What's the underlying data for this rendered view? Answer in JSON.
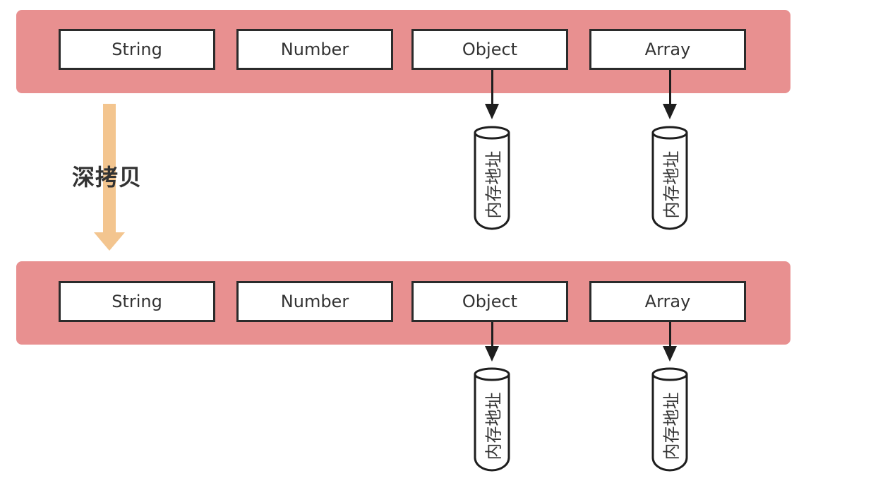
{
  "diagram": {
    "copy_label": "深拷贝",
    "top_row": {
      "types": [
        "String",
        "Number",
        "Object",
        "Array"
      ],
      "memory_labels": [
        "内存地址",
        "内存地址"
      ]
    },
    "bottom_row": {
      "types": [
        "String",
        "Number",
        "Object",
        "Array"
      ],
      "memory_labels": [
        "内存地址",
        "内存地址"
      ]
    },
    "colors": {
      "band": "#e89090",
      "copy_arrow": "#f3c58f",
      "stroke": "#1e1e1e"
    }
  }
}
